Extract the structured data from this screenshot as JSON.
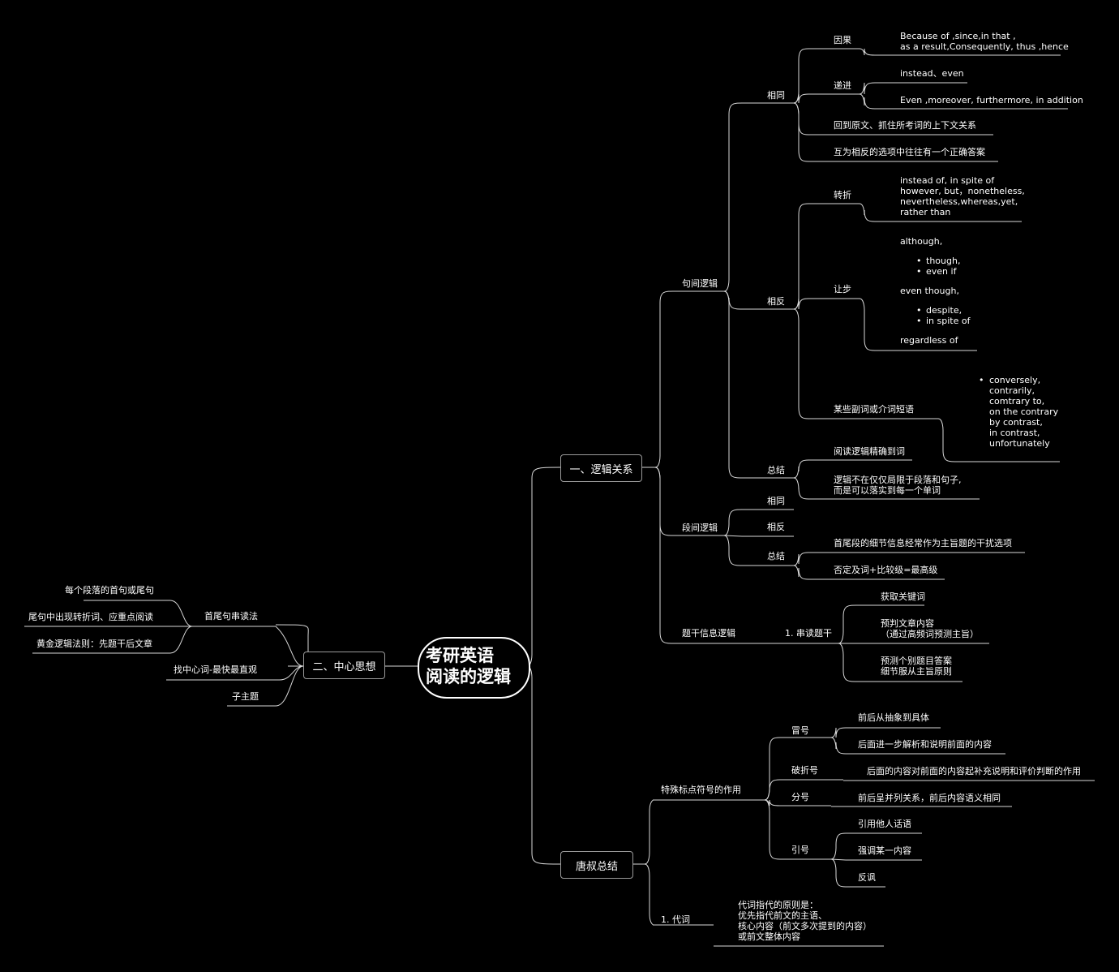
{
  "root": "考研英语\n阅读的逻辑",
  "branches": {
    "logic": {
      "label": "一、逻辑关系",
      "sentence": {
        "label": "句间逻辑",
        "same": {
          "label": "相同",
          "cause": {
            "label": "因果",
            "words": "Because of ,since,in that ,\nas a result,Consequently, thus ,hence"
          },
          "progress": {
            "label": "递进",
            "w1": "instead、even",
            "w2": "Even ,moreover, furthermore, in addition"
          },
          "tip1": "回到原文、抓住所考词的上下文关系",
          "tip2": "互为相反的选项中往往有一个正确答案"
        },
        "opposite": {
          "label": "相反",
          "turn": {
            "label": "转折",
            "words": "instead of, in spite of\nhowever, but，nonetheless,\nnevertheless,whereas,yet,\nrather than"
          },
          "concede": {
            "label": "让步",
            "line1": "although,",
            "group1": [
              "though,",
              "even if"
            ],
            "line2": "even though,",
            "group2": [
              "despite,",
              "in spite of"
            ],
            "line3": "regardless of"
          },
          "adverb": {
            "label": "某些副词或介词短语",
            "words": "conversely,\ncontrarily,\ncomtrary to,\non the contrary\nby contrast,\nin contrast,\nunfortunately"
          }
        },
        "summary": {
          "label": "总结",
          "s1": "阅读逻辑精确到词",
          "s2": "逻辑不在仅仅局限于段落和句子,\n而是可以落实到每一个单词"
        }
      },
      "paragraph": {
        "label": "段间逻辑",
        "same": "相同",
        "opposite": "相反",
        "summary": {
          "label": "总结",
          "s1": "首尾段的细节信息经常作为主旨题的干扰选项",
          "s2": "否定及词+比较级=最高级"
        }
      },
      "stem": {
        "label": "题干信息逻辑",
        "read": "1. 串读题干",
        "k1": "获取关键词",
        "k2": "预判文章内容\n（通过高频词预测主旨）",
        "k3": "预测个别题目答案\n细节服从主旨原则"
      }
    },
    "center": {
      "label": "二、中心思想",
      "method": {
        "label": "首尾句串读法",
        "m1": "每个段落的首句或尾句",
        "m2": "尾句中出现转折词、应重点阅读",
        "m3": "黄金逻辑法则：先题干后文章"
      },
      "keyword": "找中心词-最快最直观",
      "subtopic": "子主题"
    },
    "tang": {
      "label": "唐叔总结",
      "punct": {
        "label": "特殊标点符号的作用",
        "colon": {
          "label": "冒号",
          "c1": "前后从抽象到具体",
          "c2": "后面进一步解析和说明前面的内容"
        },
        "dash": {
          "label": "破折号",
          "d1": "后面的内容对前面的内容起补充说明和评价判断的作用"
        },
        "semicolon": {
          "label": "分号",
          "s1": "前后呈并列关系，前后内容语义相同"
        },
        "quote": {
          "label": "引号",
          "q1": "引用他人话语",
          "q2": "强调某一内容",
          "q3": "反讽"
        }
      },
      "pronoun": {
        "label": "1. 代词",
        "desc": "代词指代的原则是：\n优先指代前文的主语、\n核心内容（前文多次提到的内容）\n或前文整体内容"
      }
    }
  },
  "colors": {
    "background": "#000000",
    "line": "#d8d8d8",
    "text": "#ffffff"
  }
}
